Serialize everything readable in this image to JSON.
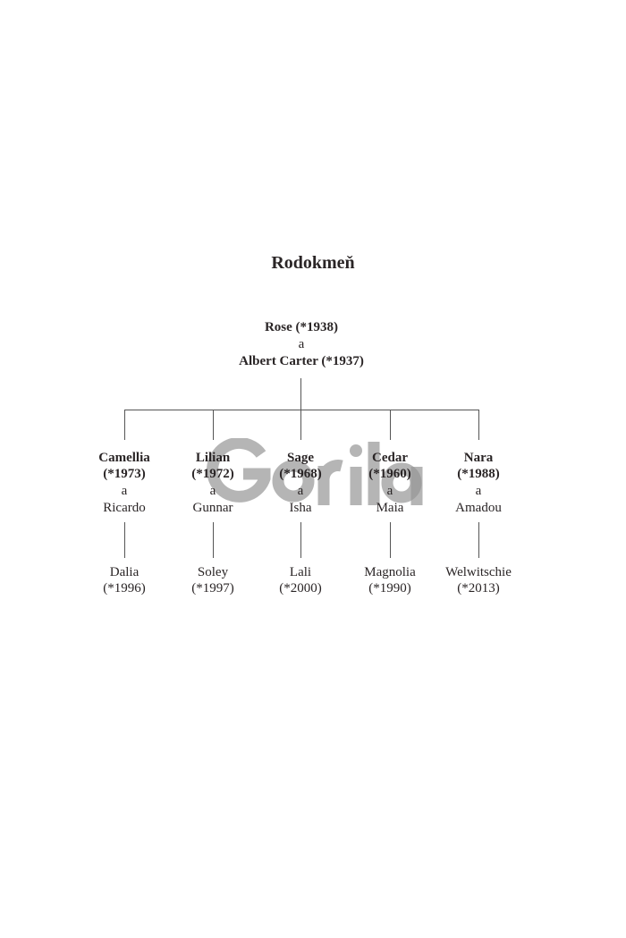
{
  "title": "Rodokmeň",
  "root": {
    "person1": "Rose (*1938)",
    "conj": "a",
    "person2": "Albert Carter (*1937)"
  },
  "children": [
    {
      "name": "Camellia",
      "born": "(*1973)",
      "conj": "a",
      "partner": "Ricardo",
      "child_name": "Dalia",
      "child_born": "(*1996)"
    },
    {
      "name": "Lilian",
      "born": "(*1972)",
      "conj": "a",
      "partner": "Gunnar",
      "child_name": "Soley",
      "child_born": "(*1997)"
    },
    {
      "name": "Sage",
      "born": "(*1968)",
      "conj": "a",
      "partner": "Isha",
      "child_name": "Lali",
      "child_born": "(*2000)"
    },
    {
      "name": "Cedar",
      "born": "(*1960)",
      "conj": "a",
      "partner": "Maia",
      "child_name": "Magnolia",
      "child_born": "(*1990)"
    },
    {
      "name": "Nara",
      "born": "(*1988)",
      "conj": "a",
      "partner": "Amadou",
      "child_name": "Welwitschie",
      "child_born": "(*2013)"
    }
  ],
  "watermark": "Gorila"
}
